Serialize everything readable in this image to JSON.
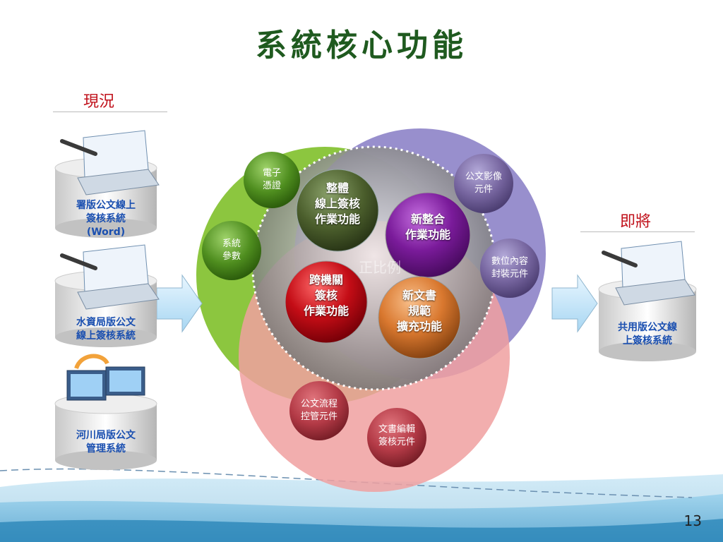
{
  "title": "系統核心功能",
  "current": {
    "label": "現況",
    "systems": [
      {
        "line1": "署版公文線上",
        "line2": "簽核系統",
        "line3": "(Word)"
      },
      {
        "line1": "水資局版公文",
        "line2": "線上簽核系統"
      },
      {
        "line1": "河川局版公文",
        "line2": "管理系統"
      }
    ]
  },
  "future": {
    "label": "即將",
    "system": {
      "line1": "共用版公文線",
      "line2": "上簽核系統"
    }
  },
  "watermark": "正比例",
  "center_modules": {
    "integrated": [
      "整體",
      "線上簽核",
      "作業功能"
    ],
    "new_integration": [
      "新整合",
      "作業功能"
    ],
    "cross_agency": [
      "跨機關",
      "簽核",
      "作業功能"
    ],
    "new_document": [
      "新文書",
      "規範",
      "擴充功能"
    ]
  },
  "components": {
    "e_certificate": [
      "電子",
      "憑證"
    ],
    "system_params": [
      "系統",
      "參數"
    ],
    "doc_image": [
      "公文影像",
      "元件"
    ],
    "digital_content": [
      "數位內容",
      "封裝元件"
    ],
    "workflow": [
      "公文流程",
      "控管元件"
    ],
    "doc_edit": [
      "文書編輯",
      "簽核元件"
    ]
  },
  "page_number": "13",
  "colors": {
    "title": "#1f5a1f",
    "section_label": "#c0101a",
    "db_label": "#1a4fb0",
    "green_circle": "#8cc63f",
    "purple_circle": "#8f86c9",
    "pink_circle": "#f0a0a0"
  }
}
